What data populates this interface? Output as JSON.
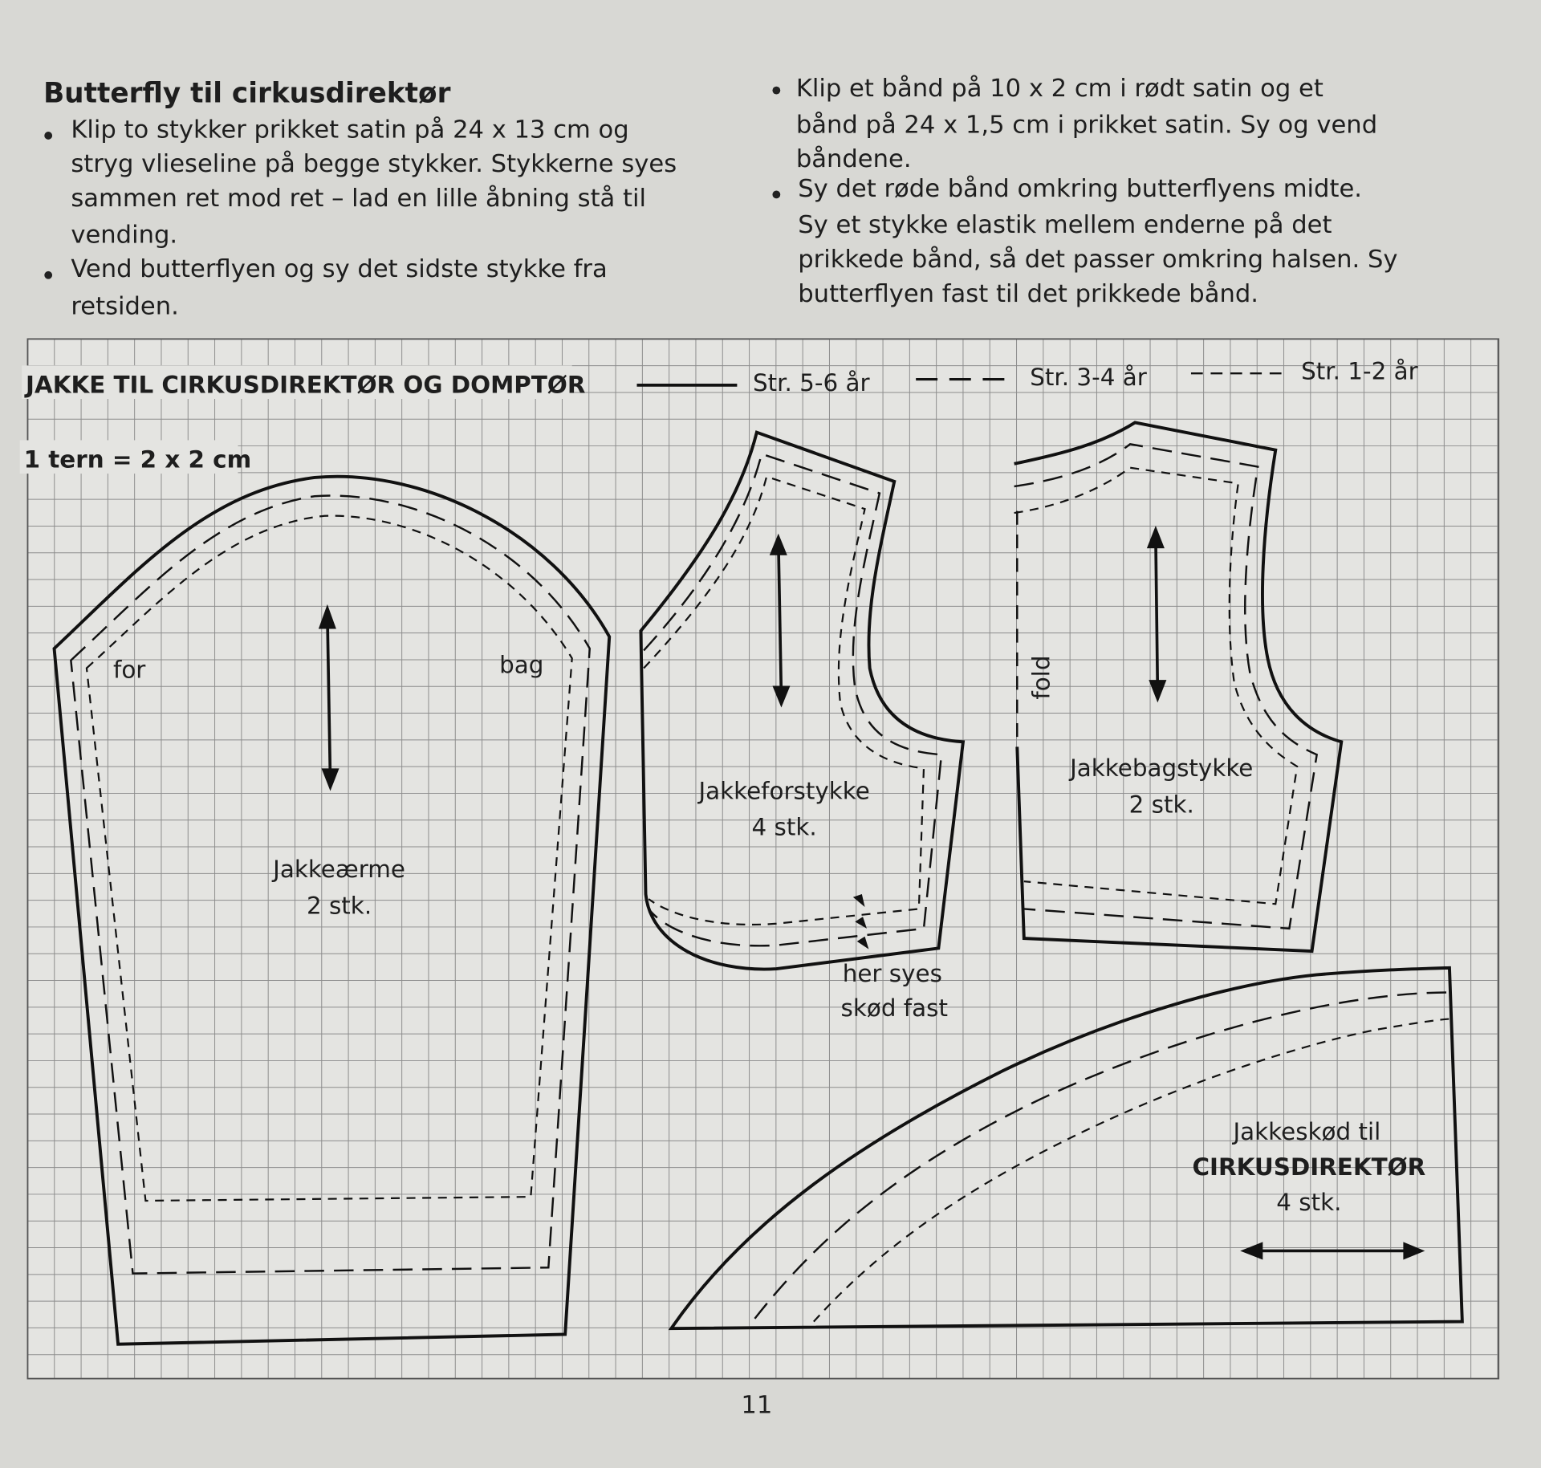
{
  "intro": {
    "heading": "Butterfly til cirkusdirektør",
    "left_bullets": [
      [
        "Klip to stykker prikket satin på 24 x 13 cm og",
        "stryg vlieseline på begge stykker. Stykkerne syes",
        "sammen ret mod ret – lad en lille åbning stå til",
        "vending."
      ],
      [
        "Vend butterflyen og sy det sidste stykke fra",
        "retsiden."
      ]
    ],
    "right_bullets": [
      [
        "Klip et bånd på 10 x 2 cm i rødt satin og et",
        "bånd på 24 x 1,5 cm i prikket satin. Sy og vend",
        "båndene."
      ],
      [
        "Sy det røde bånd omkring butterflyens midte.",
        "Sy et stykke elastik mellem enderne på det",
        "prikkede bånd, så det passer omkring halsen. Sy",
        "butterflyen fast til det prikkede bånd."
      ]
    ]
  },
  "pattern": {
    "title": "JAKKE TIL CIRKUSDIREKTØR OG DOMPTØR",
    "scale": "1 tern = 2 x 2 cm",
    "legend": [
      "Str. 5-6 år",
      "Str. 3-4 år",
      "Str. 1-2 år"
    ],
    "sleeve": {
      "front": "for",
      "back": "bag",
      "name": "Jakkeærme",
      "count": "2 stk."
    },
    "front_piece": {
      "name": "Jakkeforstykke",
      "count": "4 stk.",
      "note": [
        "her syes",
        "skød fast"
      ]
    },
    "back_piece": {
      "fold": "fold",
      "name": "Jakkebagstykke",
      "count": "2 stk."
    },
    "skirt": {
      "name": "Jakkeskød til",
      "for": "CIRKUSDIREKTØR",
      "count": "4 stk."
    }
  },
  "page_number": "11"
}
